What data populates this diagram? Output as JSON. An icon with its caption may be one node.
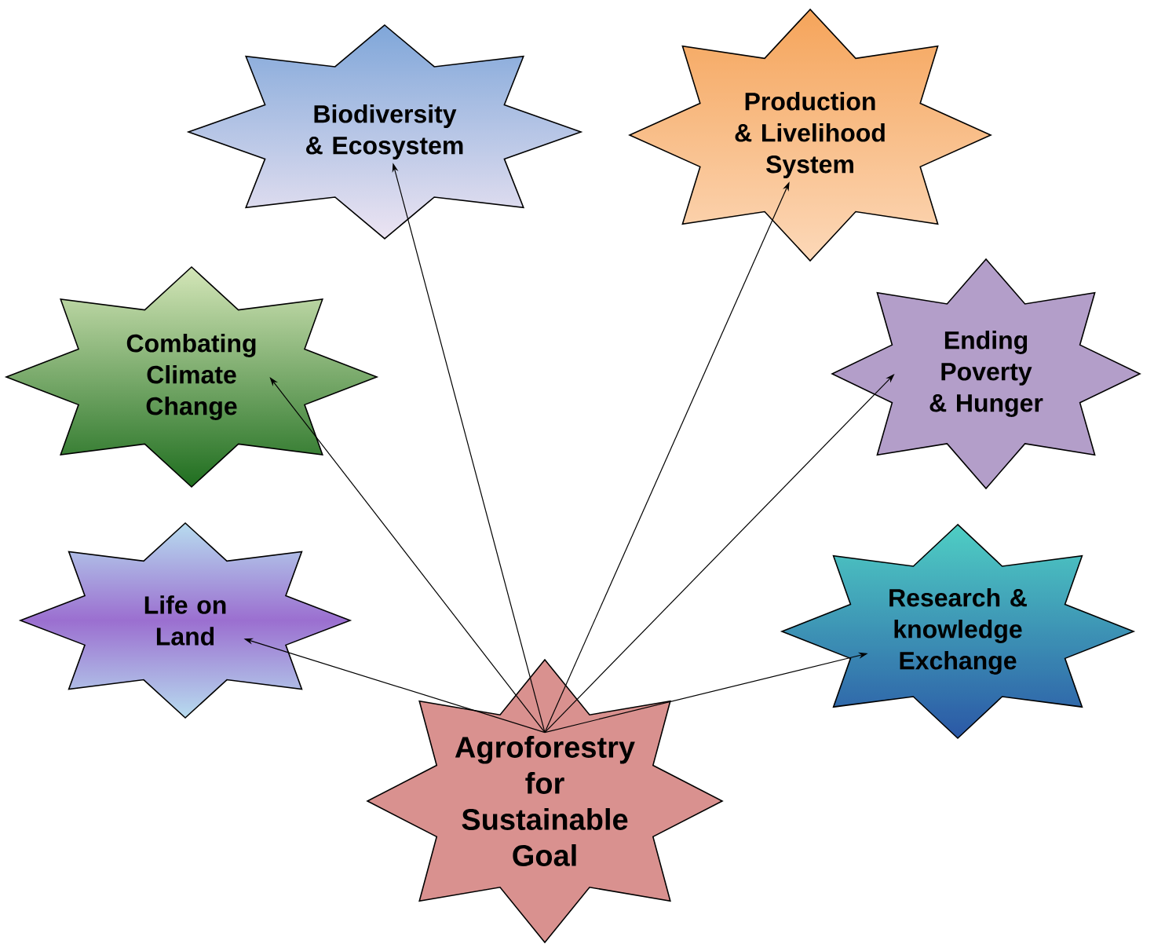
{
  "diagram": {
    "nodes": [
      {
        "text": [
          "Agroforestry for Sustainable Goal"
        ]
      },
      {
        "text": [
          "Biodiversity & Ecosystem"
        ]
      },
      {
        "text": [
          "Production & Livelihood System"
        ]
      },
      {
        "text": [
          "Combating Climate Change"
        ]
      },
      {
        "text": [
          "Ending Poverty & Hunger"
        ]
      },
      {
        "text": [
          "Life on Land"
        ]
      },
      {
        "text": [
          "Research & knowledge Exchange"
        ]
      }
    ],
    "edges": [
      {
        "from": 0,
        "to": 1,
        "arrow": "to"
      },
      {
        "from": 0,
        "to": 2,
        "arrow": "to"
      },
      {
        "from": 0,
        "to": 3,
        "arrow": "to"
      },
      {
        "from": 0,
        "to": 4,
        "arrow": "to"
      },
      {
        "from": 0,
        "to": 5,
        "arrow": "to"
      },
      {
        "from": 0,
        "to": 6,
        "arrow": "to"
      }
    ]
  }
}
